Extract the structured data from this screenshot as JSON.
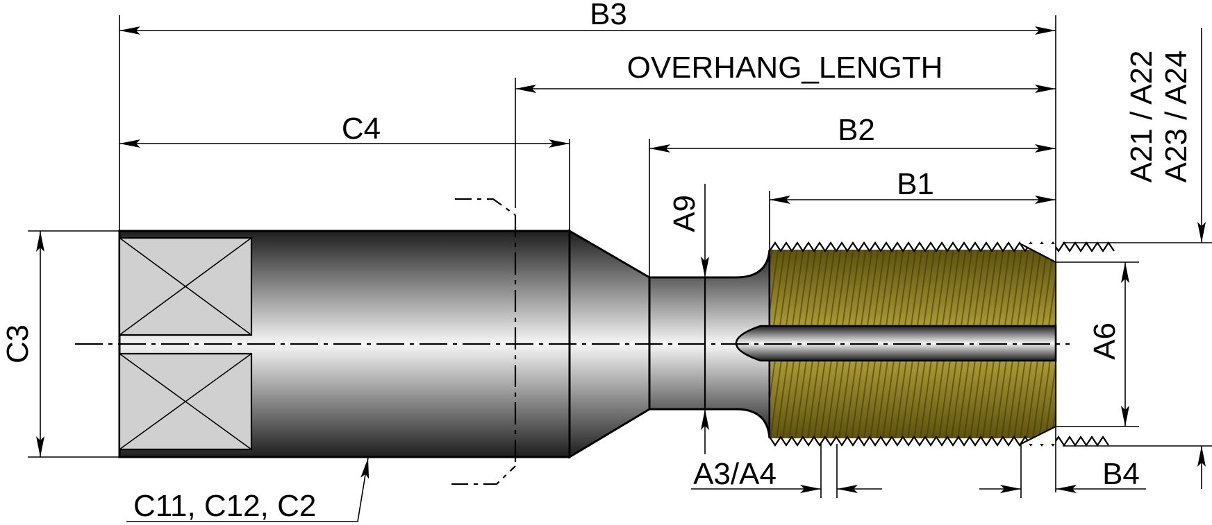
{
  "labels": {
    "b3": "B3",
    "overhang": "OVERHANG_LENGTH",
    "c4": "C4",
    "b2": "B2",
    "b1": "B1",
    "a9": "A9",
    "c3": "C3",
    "a6": "A6",
    "a3a4": "A3/A4",
    "b4": "B4",
    "c11c12c2": "C11, C12, C2",
    "a21a22": "A21 / A22",
    "a23a24": "A23 / A24"
  },
  "colors": {
    "line": "#000000",
    "thread": "#7a6a14",
    "thread_light": "#b3a23a",
    "shank_dark": "#2a2a2a",
    "shank_light": "#f4f4f4",
    "flat": "#d0d0d0"
  }
}
